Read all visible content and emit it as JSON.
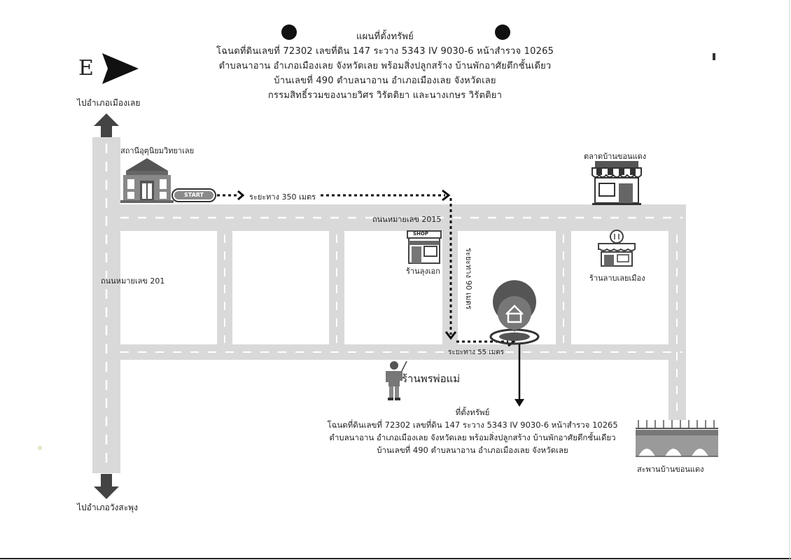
{
  "title": {
    "line1": "แผนที่ตั้งทรัพย์",
    "line2": "โฉนดที่ดินเลขที่ 72302 เลขที่ดิน 147 ระวาง 5343 IV 9030-6 หน้าสำรวจ 10265",
    "line3": "ตำบลนาอาน อำเภอเมืองเลย จังหวัดเลย พร้อมสิ่งปลูกสร้าง บ้านพักอาศัยตึกชั้นเดียว",
    "line4": "บ้านเลขที่ 490 ตำบลนาอาน อำเภอเมืองเลย จังหวัดเลย",
    "line5": "กรรมสิทธิ์รวมของนายวิศร วิรัตติยา และนางเกษร วิรัตติยา"
  },
  "compass": {
    "letter": "E"
  },
  "destinations": {
    "top": "ไปอำเภอเมืองเลย",
    "bottom": "ไปอำเภอวังสะพุง"
  },
  "roads": {
    "main_road": "ถนนหมายเลข 201",
    "cross_road": "ถนนหมายเลข 2015"
  },
  "landmarks": {
    "station": "สถานีอุตุนิยมวิทยาเลย",
    "market": "ตลาดบ้านขอนแดง",
    "shop_uncle": "ร้านลุงเอก",
    "shop_sign": "SHOP",
    "restaurant": "ร้านลาบเลยเมือง",
    "shop_parents": "ร้านพรพ่อแม่",
    "bridge": "สะพานบ้านขอนแดง"
  },
  "route": {
    "start_label": "START",
    "distance_1": "ระยะทาง 350 เมตร",
    "distance_2": "ระยะทาง 90 เมตร",
    "distance_3": "ระยะทาง 55 เมตร"
  },
  "property": {
    "heading": "ที่ตั้งทรัพย์",
    "line1": "โฉนดที่ดินเลขที่ 72302 เลขที่ดิน 147 ระวาง 5343 IV 9030-6 หน้าสำรวจ 10265",
    "line2": "ตำบลนาอาน อำเภอเมืองเลย จังหวัดเลย พร้อมสิ่งปลูกสร้าง บ้านพักอาศัยตึกชั้นเดียว",
    "line3": "บ้านเลขที่ 490 ตำบลนาอาน อำเภอเมืองเลย จังหวัดเลย"
  },
  "colors": {
    "road": "#d9d9d9",
    "road_marking": "#ffffff",
    "icon_dark": "#444444",
    "route_line": "#111111"
  }
}
